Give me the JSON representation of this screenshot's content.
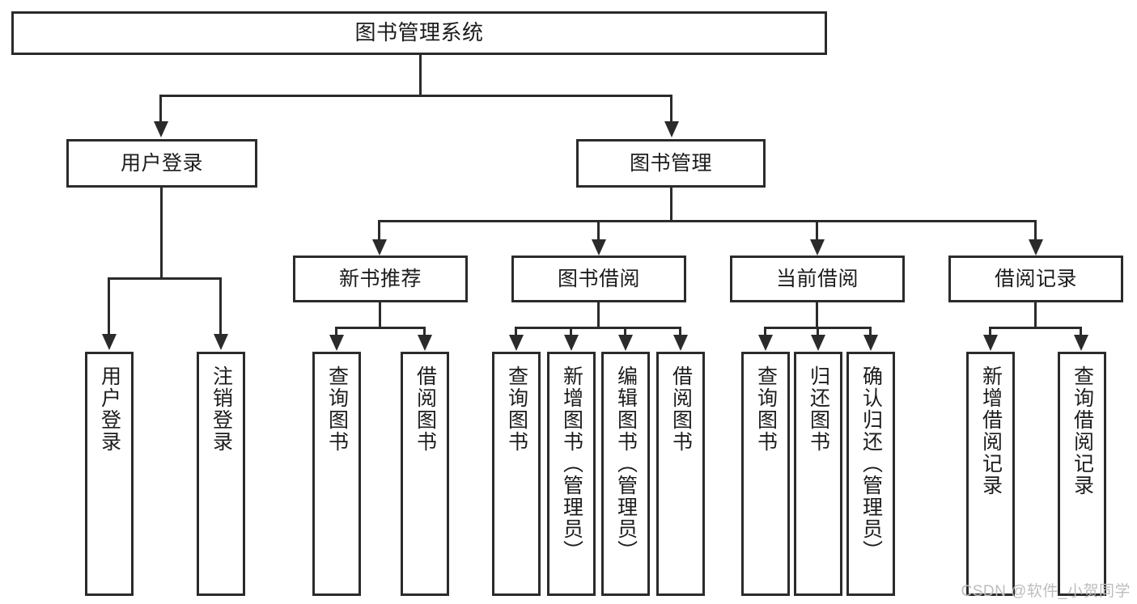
{
  "diagram": {
    "title": "图书管理系统",
    "watermark": "CSDN @软件_小贺同学",
    "root": {
      "label": "图书管理系统"
    },
    "level2": [
      {
        "label": "用户登录"
      },
      {
        "label": "图书管理"
      }
    ],
    "level3": [
      {
        "label": "新书推荐"
      },
      {
        "label": "图书借阅"
      },
      {
        "label": "当前借阅"
      },
      {
        "label": "借阅记录"
      }
    ],
    "leaves": {
      "user_login": [
        {
          "label": "用户登录"
        },
        {
          "label": "注销登录"
        }
      ],
      "new_book_recommend": [
        {
          "label": "查询图书"
        },
        {
          "label": "借阅图书"
        }
      ],
      "book_borrow": [
        {
          "label": "查询图书"
        },
        {
          "label": "新增图书（管理员）"
        },
        {
          "label": "编辑图书（管理员）"
        },
        {
          "label": "借阅图书"
        }
      ],
      "current_borrow": [
        {
          "label": "查询图书"
        },
        {
          "label": "归还图书"
        },
        {
          "label": "确认归还（管理员）"
        }
      ],
      "borrow_record": [
        {
          "label": "新增借阅记录"
        },
        {
          "label": "查询借阅记录"
        }
      ]
    }
  },
  "colors": {
    "stroke": "#2b2b2b",
    "text": "#1c1c1c",
    "background": "#ffffff",
    "watermark": "#bdbdbd"
  }
}
